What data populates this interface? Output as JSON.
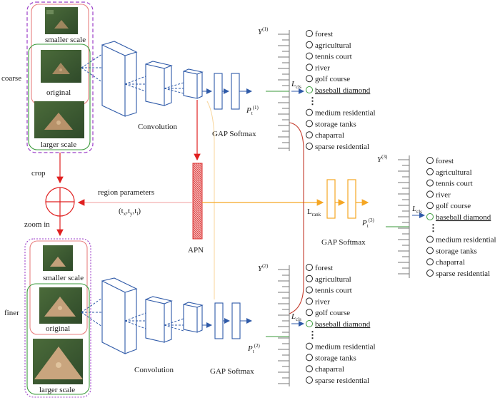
{
  "labels": {
    "coarse": "coarse",
    "finer": "finer",
    "crop": "crop",
    "zoom_in": "zoom in",
    "region_parameters": "region parameters",
    "apn": "APN",
    "convolution": "Convolution",
    "gap_softmax": "GAP  Softmax",
    "l_rank": "L",
    "rank_sub": "rank",
    "l_cls": "L",
    "cls_sub": "cls",
    "y": "Y",
    "p": "P",
    "t_sub": "t"
  },
  "scales": {
    "smaller": "smaller scale",
    "original": "original",
    "larger": "larger scale"
  },
  "param_text": {
    "open": "(",
    "tx": "t",
    "x": "x",
    "ty": "t",
    "y": "y",
    "tl": "t",
    "l": "l",
    "close": ")",
    "comma": ","
  },
  "superscripts": [
    "(1)",
    "(2)",
    "(3)"
  ],
  "classes_top": [
    "forest",
    "agricultural",
    "tennis court",
    "river",
    "golf course",
    "baseball diamond"
  ],
  "classes_bottom": [
    "medium residential",
    "storage tanks",
    "chaparral",
    "sparse residential"
  ],
  "ellipsis": "⋮",
  "highlight_class": "baseball diamond",
  "colors": {
    "blue": "#2f5aa8",
    "orange": "#f5a623",
    "red": "#e02020",
    "green": "#3a9a3a",
    "purple": "#9b3dc8",
    "pink": "#e88080"
  }
}
